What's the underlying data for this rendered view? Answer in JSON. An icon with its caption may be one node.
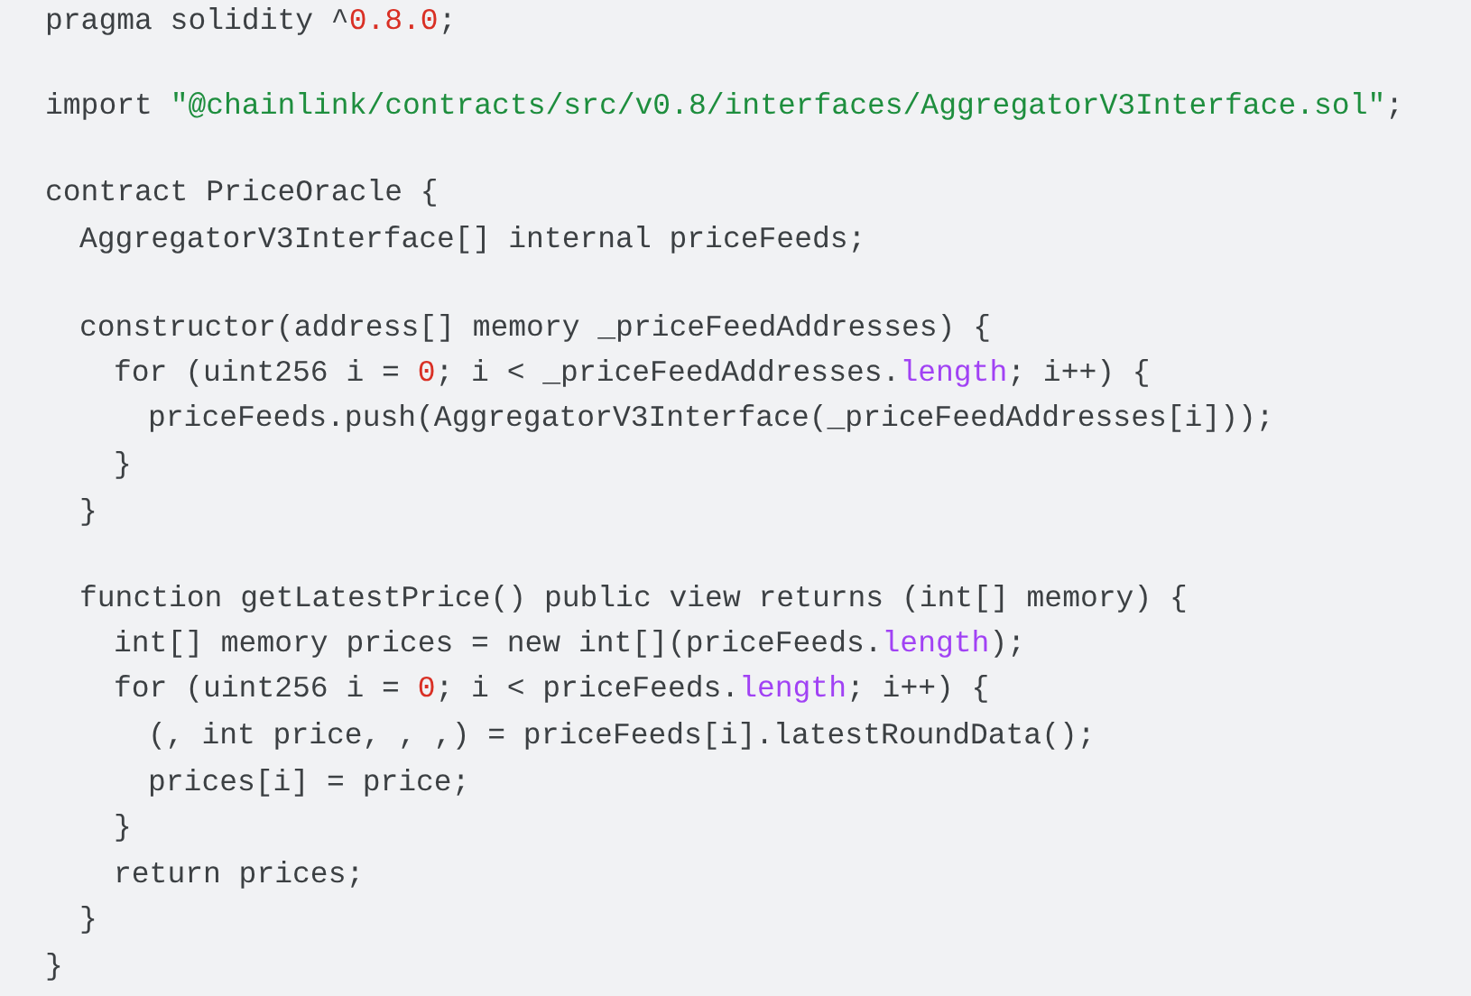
{
  "diagram": {
    "labels": [
      "pragma solidity ^0.8.0;",
      "import \"@chainlink/contracts/src/v0.8/interfaces/AggregatorV3Interface.sol\";",
      "contract PriceOracle {",
      "AggregatorV3Interface[] internal priceFeeds;",
      "constructor(address[] memory _priceFeedAddresses) {",
      "for (uint256 i = 0; i < _priceFeedAddresses.length; i++) {",
      "priceFeeds.push(AggregatorV3Interface(_priceFeedAddresses[i]));",
      "}",
      "}",
      "function getLatestPrice() public view returns (int[] memory) {",
      "int[] memory prices = new int[](priceFeeds.length);",
      "for (uint256 i = 0; i < priceFeeds.length; i++) {",
      "(, int price, , ,) = priceFeeds[i].latestRoundData();",
      "prices[i] = price;",
      "}",
      "return prices;",
      "}",
      "}"
    ]
  }
}
